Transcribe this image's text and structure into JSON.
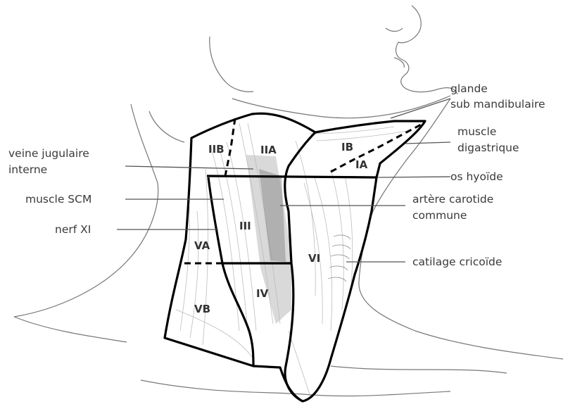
{
  "labels": {
    "glande": "glande",
    "sub_mandibulaire": "sub mandibulaire",
    "muscle": "muscle",
    "digastrique": "digastrique",
    "veine_jugulaire": "veine jugulaire",
    "interne": "interne",
    "os_hyoide": "os hyoïde",
    "muscle_scm": "muscle SCM",
    "artere_carotide": "artère carotide",
    "commune": "commune",
    "nerf_xi": "nerf XI",
    "catilage_cricoide": "catilage cricoïde"
  },
  "levels": {
    "IIB": "IIB",
    "IIA": "IIA",
    "IB": "IB",
    "IA": "IA",
    "III": "III",
    "VA": "VA",
    "VI": "VI",
    "IV": "IV",
    "VB": "VB"
  }
}
